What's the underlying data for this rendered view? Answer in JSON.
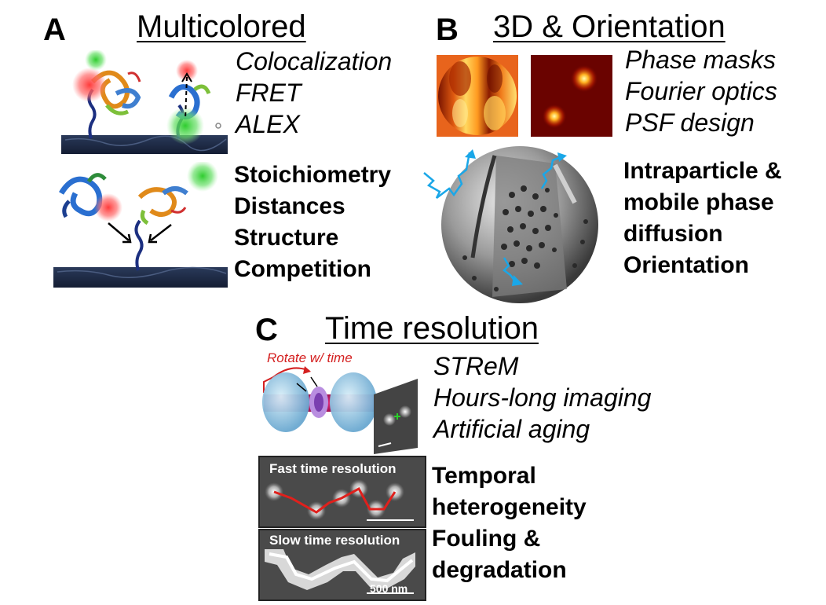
{
  "panel_a": {
    "letter": "A",
    "title": "Multicolored",
    "italic_items": [
      "Colocalization",
      "FRET",
      "ALEX"
    ],
    "bold_items": [
      "Stoichiometry",
      "Distances",
      "Structure",
      "Competition"
    ]
  },
  "panel_b": {
    "letter": "B",
    "title": "3D & Orientation",
    "italic_items": [
      "Phase masks",
      "Fourier optics",
      "PSF design"
    ],
    "bold_items": [
      "Intraparticle &",
      "mobile phase",
      "diffusion",
      "Orientation"
    ]
  },
  "panel_c": {
    "letter": "C",
    "title": "Time resolution",
    "italic_items": [
      "STReM",
      "Hours-long imaging",
      "Artificial aging"
    ],
    "bold_items": [
      "Temporal",
      "heterogeneity",
      "Fouling &",
      "degradation"
    ],
    "rotate_label": "Rotate w/ time",
    "fast_label": "Fast time resolution",
    "slow_label": "Slow time resolution",
    "scale_label": "500 nm"
  },
  "colors": {
    "fluor_red": "#ff2a2a",
    "fluor_green": "#3ad23a",
    "diffusion_blue": "#1aa7e8",
    "trajectory_red": "#e0201c",
    "surface_navy": "#1d2a45"
  }
}
